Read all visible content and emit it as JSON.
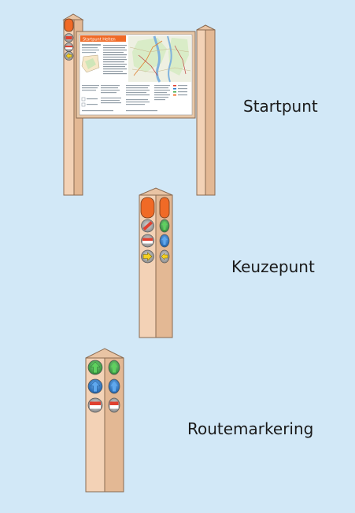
{
  "labels": {
    "startpunt": "Startpunt",
    "keuzepunt": "Keuzepunt",
    "routemarkering": "Routemarkering"
  },
  "board": {
    "title": "Startpunt Helten"
  },
  "colors": {
    "background": "#d2e8f7",
    "post_light": "#f3d2b6",
    "post_dark": "#e3b894",
    "post_outline": "#8a6a50",
    "orange": "#f06a26",
    "red": "#e04030",
    "green": "#4caf50",
    "blue": "#2f7fd0",
    "yellow": "#f5d020",
    "white": "#ffffff"
  }
}
